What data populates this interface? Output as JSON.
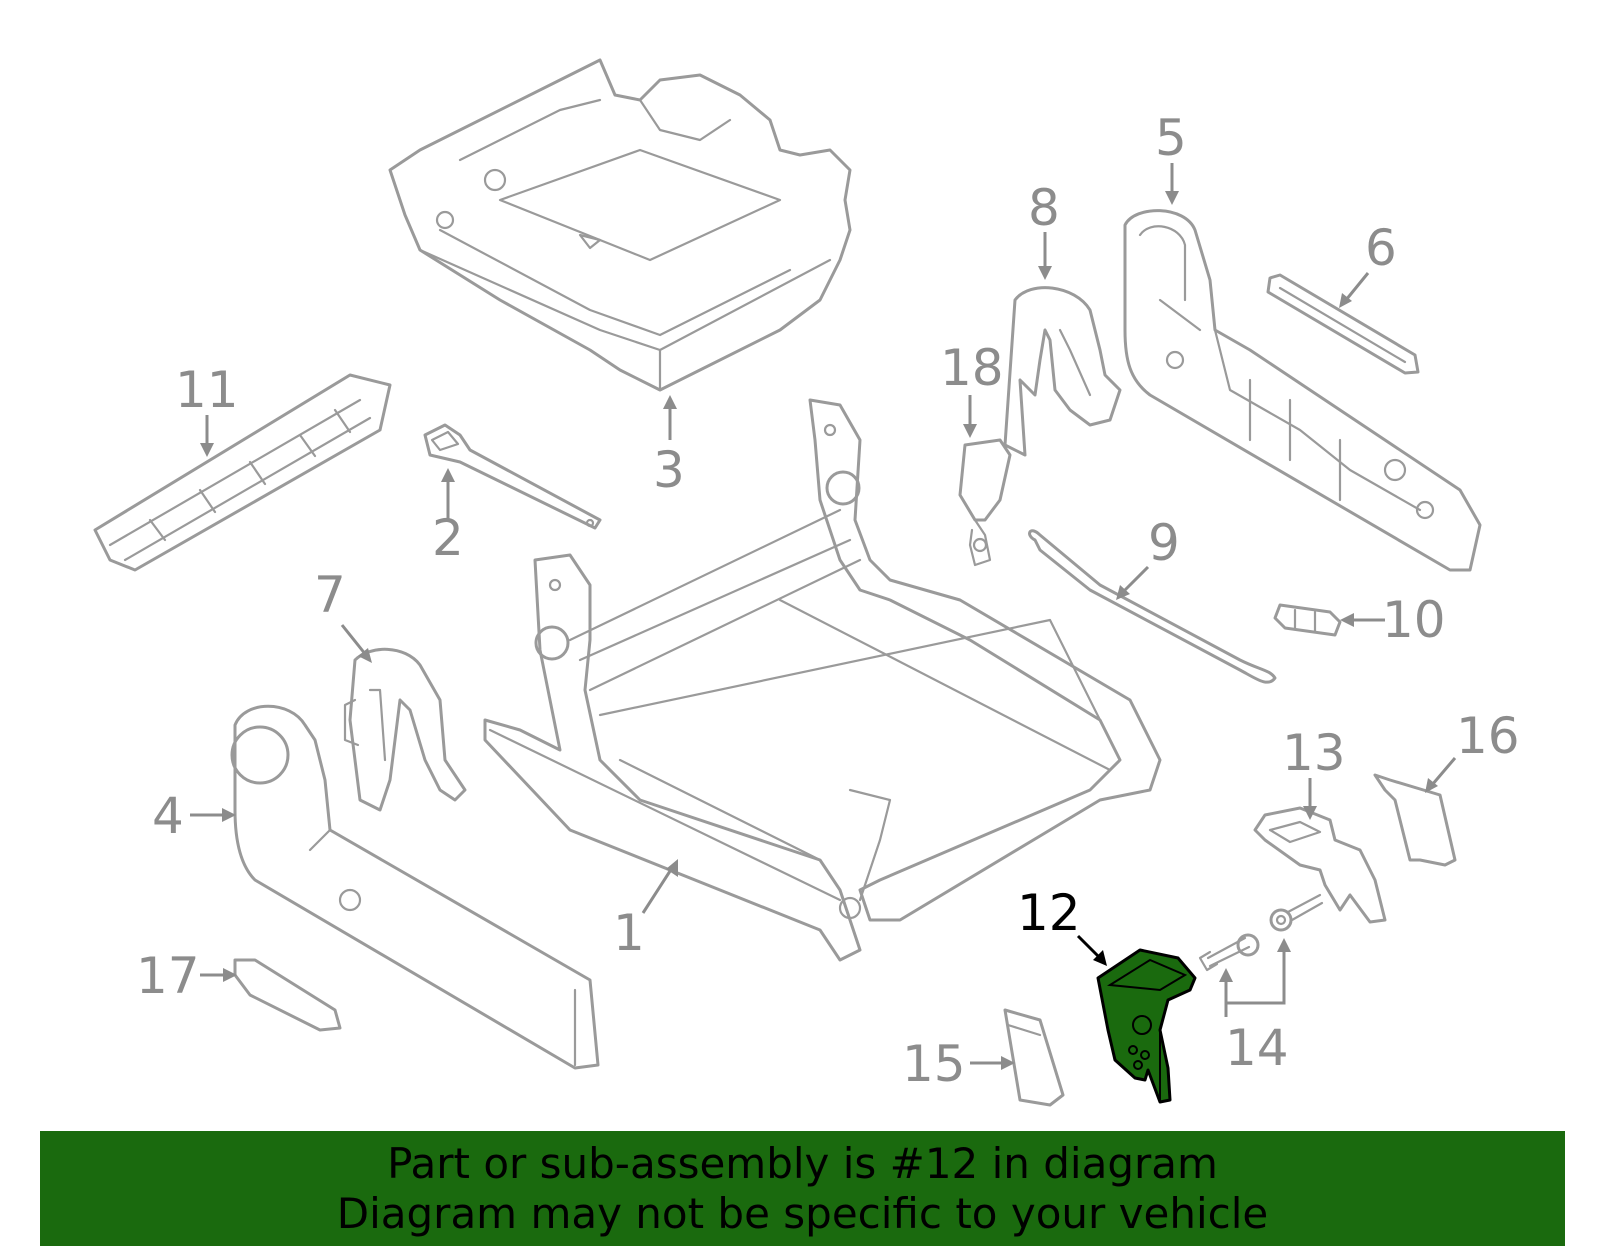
{
  "diagram": {
    "highlight_part": "12",
    "highlight_color": "#1a6a0e",
    "line_color": "#9a9a9a",
    "callouts": {
      "c1": "1",
      "c2": "2",
      "c3": "3",
      "c4": "4",
      "c5": "5",
      "c6": "6",
      "c7": "7",
      "c8": "8",
      "c9": "9",
      "c10": "10",
      "c11": "11",
      "c12": "12",
      "c13": "13",
      "c14": "14",
      "c15": "15",
      "c16": "16",
      "c17": "17",
      "c18": "18"
    }
  },
  "banner": {
    "line1": "Part or sub-assembly is #12 in diagram",
    "line2": "Diagram may not be specific to your vehicle",
    "background": "#1a6a0e"
  }
}
